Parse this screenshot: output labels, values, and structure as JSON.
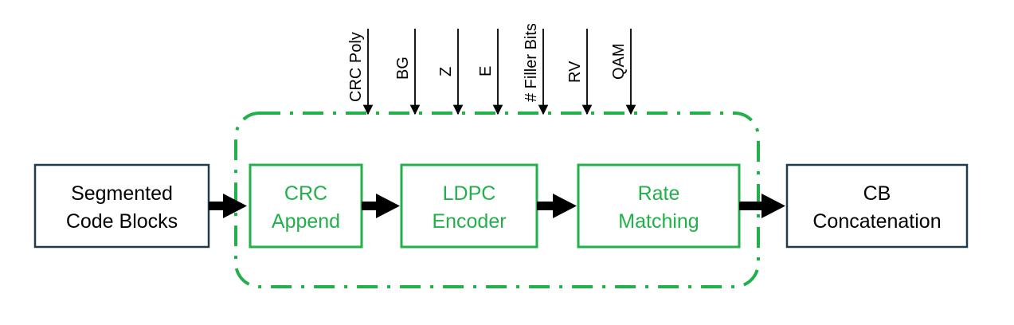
{
  "colors": {
    "outer_block_border": "#1f3b4d",
    "inner_block": "#22b04b",
    "text_dark": "#000000",
    "arrow": "#000000",
    "background": "#ffffff"
  },
  "blocks": {
    "input": {
      "line1": "Segmented",
      "line2": "Code Blocks"
    },
    "crc": {
      "line1": "CRC",
      "line2": "Append"
    },
    "ldpc": {
      "line1": "LDPC",
      "line2": "Encoder"
    },
    "rate": {
      "line1": "Rate",
      "line2": "Matching"
    },
    "output": {
      "line1": "CB",
      "line2": "Concatenation"
    }
  },
  "parameters": [
    {
      "id": "crc-poly",
      "label": "CRC Poly"
    },
    {
      "id": "bg",
      "label": "BG"
    },
    {
      "id": "z",
      "label": "Z"
    },
    {
      "id": "e",
      "label": "E"
    },
    {
      "id": "filler-bits",
      "label": "# Filler Bits"
    },
    {
      "id": "rv",
      "label": "RV"
    },
    {
      "id": "qam",
      "label": "QAM"
    }
  ]
}
